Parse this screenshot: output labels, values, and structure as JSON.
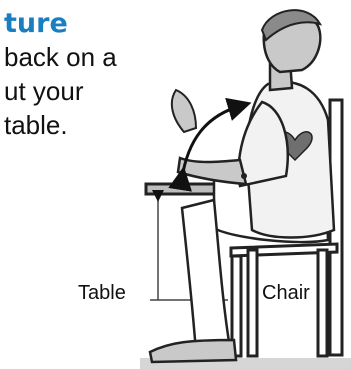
{
  "heading": {
    "title": "ture"
  },
  "instructions": {
    "lines": [
      "back on a",
      "ut your",
      "table."
    ]
  },
  "labels": {
    "table": "Table",
    "chair": "Chair"
  },
  "colors": {
    "heading": "#1a7fc1",
    "skin": "#c9c9c9",
    "shirt": "#f2f2f2",
    "pants": "#ffffff",
    "heart": "#6f6f6f",
    "outline": "#222222",
    "table": "#bdbdbd"
  }
}
